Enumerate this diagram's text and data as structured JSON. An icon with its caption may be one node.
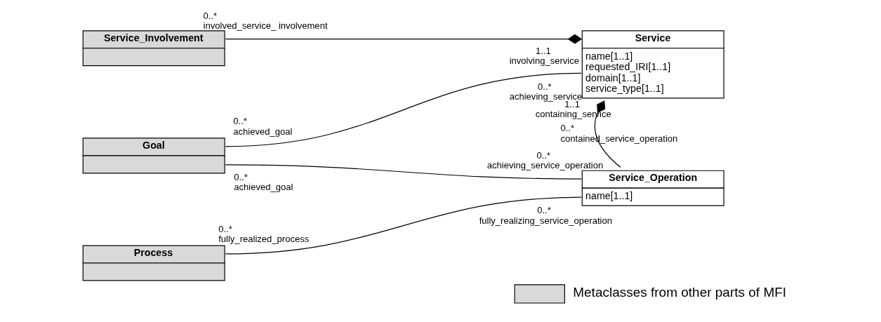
{
  "diagram": {
    "nodes": [
      {
        "text": [
          "Service_Involvement"
        ]
      },
      {
        "text": [
          "Service",
          "name[1..1]",
          "requested_IRI[1..1]",
          "domain[1..1]",
          "service_type[1..1]"
        ]
      },
      {
        "text": [
          "Goal"
        ]
      },
      {
        "text": [
          "Process"
        ]
      },
      {
        "text": [
          "Service_Operation",
          "name[1..1]"
        ]
      }
    ],
    "edges": [
      {
        "from": 0,
        "to": 1,
        "arrow": "other"
      },
      {
        "from": 2,
        "to": 1,
        "arrow": "none"
      },
      {
        "from": 2,
        "to": 4,
        "arrow": "none"
      },
      {
        "from": 4,
        "to": 1,
        "arrow": "other"
      },
      {
        "from": 3,
        "to": 4,
        "arrow": "none"
      }
    ],
    "labels": [
      "0..*",
      "1..1",
      "involved_service_ involvement",
      "involving_service",
      "0..*",
      "achieving_service",
      "0..*",
      "achieved_goal",
      "1..1",
      "containing_service",
      "0..*",
      "achieved_goal",
      "0..*",
      "contained_service_operation",
      "achieving_service_operation",
      "0..*",
      "0..*",
      "0..*",
      "fully_realized_process",
      "fully_realizing_service_operation"
    ],
    "legend": [
      {
        "text": "Metaclasses from other parts of MFI",
        "color": "#d9d9d9"
      }
    ]
  }
}
